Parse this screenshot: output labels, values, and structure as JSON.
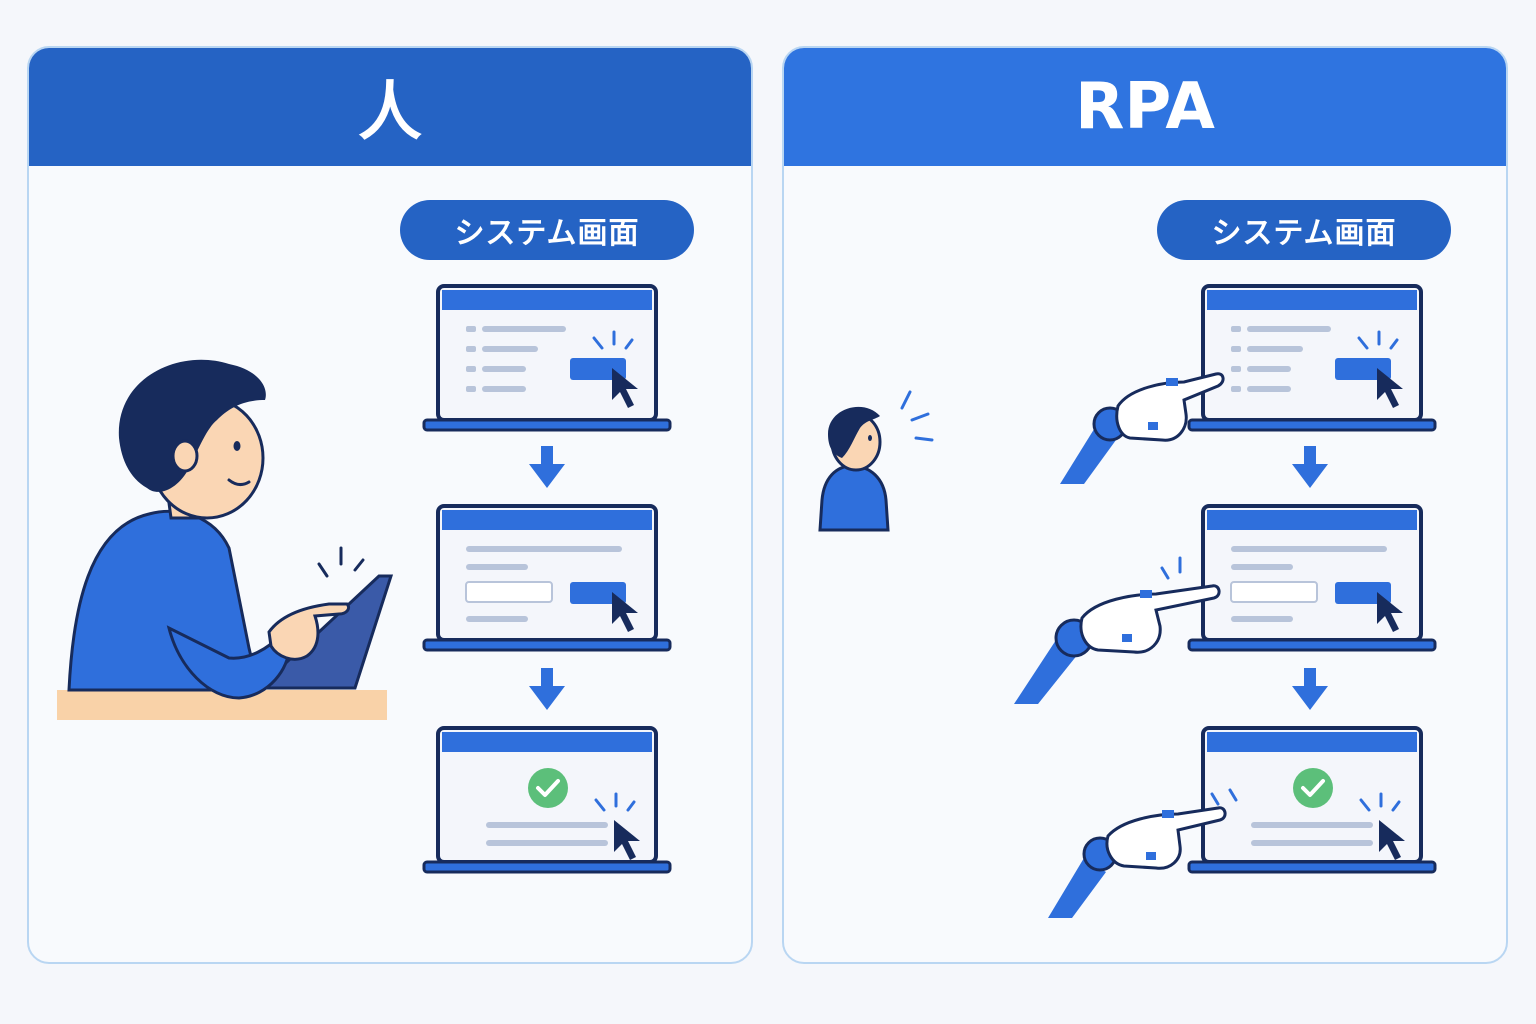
{
  "left_panel": {
    "title": "人",
    "screen_label": "システム画面"
  },
  "right_panel": {
    "title": "RPA",
    "screen_label": "システム画面"
  },
  "colors": {
    "header_left": "#2563c4",
    "header_right": "#2f74e0",
    "accent_blue": "#2f6fdc",
    "navy": "#172b5c",
    "success_green": "#5cbf7a",
    "skin": "#fad6b4",
    "desk": "#f9d2a8"
  },
  "icons": [
    "laptop-icon",
    "cursor-icon",
    "down-arrow-icon",
    "check-icon",
    "robot-hand-icon",
    "person-icon"
  ]
}
